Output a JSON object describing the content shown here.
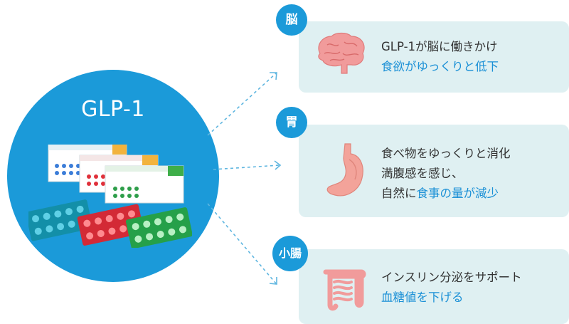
{
  "center": {
    "title": "GLP-1"
  },
  "organs": [
    {
      "badge": "脳",
      "icon": "brain-icon",
      "lines": [
        {
          "plain": "GLP-1が脳に働きかけ",
          "highlight": ""
        },
        {
          "plain": "",
          "highlight": "食欲がゆっくりと低下"
        }
      ]
    },
    {
      "badge": "胃",
      "icon": "stomach-icon",
      "lines": [
        {
          "plain": "食べ物をゆっくりと消化",
          "highlight": ""
        },
        {
          "plain": "満腹感を感じ、",
          "highlight": ""
        },
        {
          "plain": "自然に",
          "highlight": "食事の量が減少"
        }
      ]
    },
    {
      "badge": "小腸",
      "icon": "intestine-icon",
      "lines": [
        {
          "plain": "インスリン分泌をサポート",
          "highlight": ""
        },
        {
          "plain": "",
          "highlight": "血糖値を下げる"
        }
      ]
    }
  ],
  "colors": {
    "accent": "#1b9ad9",
    "highlight_text": "#1b90d6",
    "card_bg": "#dff0f2",
    "organ_pink": "#f19b9b"
  }
}
